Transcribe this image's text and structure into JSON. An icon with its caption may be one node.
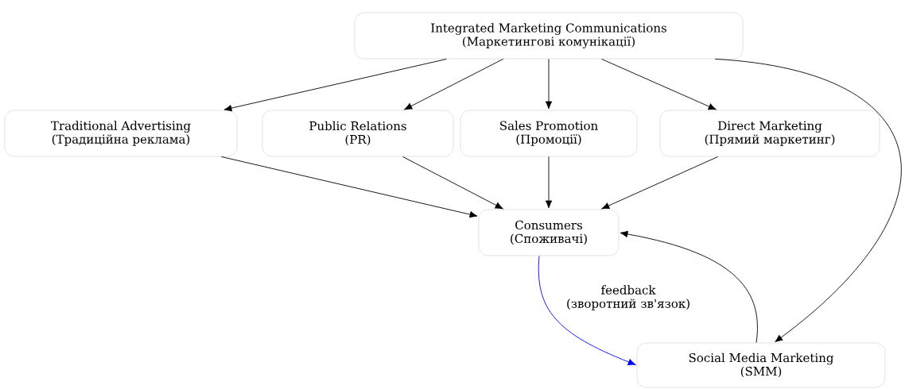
{
  "diagram": {
    "nodes": [
      {
        "text": [
          "Integrated Marketing Communications",
          "(Маркетингові комунікації)"
        ]
      },
      {
        "text": [
          "Traditional Advertising",
          "(Традиційна реклама)"
        ]
      },
      {
        "text": [
          "Public Relations",
          "(PR)"
        ]
      },
      {
        "text": [
          "Sales Promotion",
          "(Промоції)"
        ]
      },
      {
        "text": [
          "Direct Marketing",
          "(Прямий маркетинг)"
        ]
      },
      {
        "text": [
          "Consumers",
          "(Споживачі)"
        ]
      },
      {
        "text": [
          "Social Media Marketing",
          "(SMM)"
        ]
      }
    ],
    "edges": [
      {
        "from": 0,
        "to": 1,
        "arrow": "to"
      },
      {
        "from": 0,
        "to": 2,
        "arrow": "to"
      },
      {
        "from": 0,
        "to": 3,
        "arrow": "to"
      },
      {
        "from": 0,
        "to": 4,
        "arrow": "to"
      },
      {
        "from": 0,
        "to": 6,
        "arrow": "to"
      },
      {
        "from": 1,
        "to": 5,
        "arrow": "to"
      },
      {
        "from": 2,
        "to": 5,
        "arrow": "to"
      },
      {
        "from": 3,
        "to": 5,
        "arrow": "to"
      },
      {
        "from": 4,
        "to": 5,
        "arrow": "to"
      },
      {
        "from": 5,
        "to": 6,
        "arrow": "to",
        "label": "feedback (зворотний зв'язок)",
        "color": "#0000ff"
      },
      {
        "from": 6,
        "to": 5,
        "arrow": "to"
      }
    ]
  }
}
